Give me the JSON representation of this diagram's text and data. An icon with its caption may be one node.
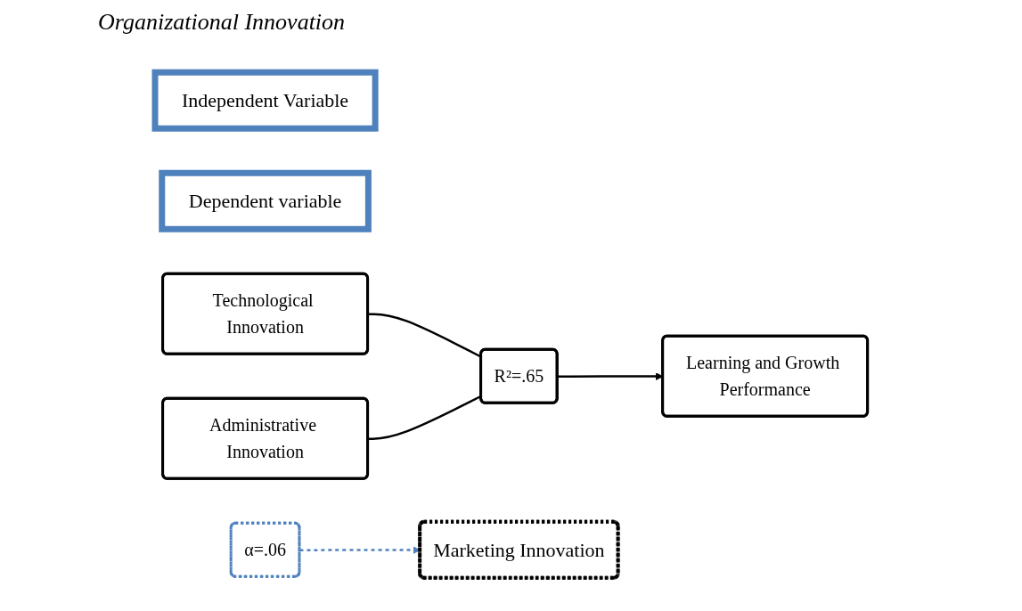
{
  "diagram": {
    "nodes": [
      {
        "text": [
          "Independent Variable"
        ]
      },
      {
        "text": [
          "Dependent variable"
        ]
      },
      {
        "text": [
          "Technological Innovation"
        ]
      },
      {
        "text": [
          "Administrative Innovation"
        ]
      },
      {
        "text": [
          "R²=.65"
        ]
      },
      {
        "text": [
          "Learning and Growth Performance"
        ]
      },
      {
        "text": [
          "Marketing Innovation"
        ]
      },
      {
        "text": [
          "α=.06"
        ]
      }
    ],
    "edges": [
      {
        "from": 2,
        "to": 4,
        "arrow": "none"
      },
      {
        "from": 3,
        "to": 4,
        "arrow": "none"
      },
      {
        "from": 4,
        "to": 5,
        "arrow": "to"
      },
      {
        "from": 7,
        "to": 6,
        "arrow": "to",
        "style": "dashed",
        "color": "#4f81bd"
      }
    ],
    "labels": [
      "Organizational Innovation"
    ]
  }
}
